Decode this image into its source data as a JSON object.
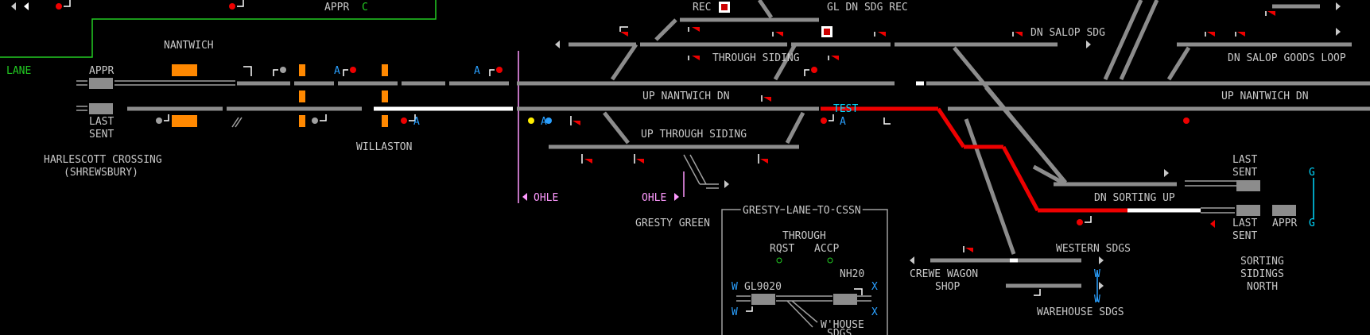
{
  "window": {
    "title": ""
  },
  "labels": {
    "appr_top": "APPR",
    "c_top": "C",
    "lane": "LANE",
    "nantwich": "NANTWICH",
    "appr_left": "APPR",
    "last_sent_left_1": "LAST",
    "last_sent_left_2": "SENT",
    "harlescott_1": "HARLESCOTT CROSSING",
    "harlescott_2": "(SHREWSBURY)",
    "willaston": "WILLASTON",
    "a_1": "A",
    "a_2": "A",
    "a_3": "A",
    "a_4": "A",
    "a_5": "A",
    "ohle_left": "OHLE",
    "ohle_mid": "OHLE",
    "gresty_green": "GRESTY GREEN",
    "rec": "REC",
    "gl_dn_sdg_rec": "GL DN SDG REC",
    "through_siding": "THROUGH SIDING",
    "up_nantwich_dn_1": "UP NANTWICH DN",
    "up_through_siding": "UP THROUGH SIDING",
    "test": "TEST",
    "dn_salop_sdg": "DN SALOP SDG",
    "dn_salop_goods_loop": "DN SALOP GOODS LOOP",
    "up_nantwich_dn_2": "UP NANTWICH DN",
    "last_sent_right_1": "LAST",
    "last_sent_right_2": "SENT",
    "g_top": "G",
    "g_bottom": "G",
    "dn_sorting_up": "DN SORTING UP",
    "last_sent_lower_1": "LAST",
    "last_sent_lower_2": "SENT",
    "appr_right": "APPR",
    "western_sdgs": "WESTERN SDGS",
    "crewe_wagon_1": "CREWE WAGON",
    "crewe_wagon_2": "SHOP",
    "warehouse_sdgs": "WAREHOUSE SDGS",
    "sorting_1": "SORTING",
    "sorting_2": "SIDINGS",
    "sorting_3": "NORTH",
    "w_1": "W",
    "w_2": "W",
    "gresty_box_title": "GRESTY LANE TO CSSN",
    "through": "THROUGH",
    "rqst": "RQST",
    "accp": "ACCP",
    "nh20": "NH20",
    "gl9020": "GL9020",
    "w_box_1": "W",
    "w_box_2": "W",
    "x_box_1": "X",
    "x_box_2": "X",
    "whouse_1": "W'HOUSE",
    "whouse_2": "SDGS"
  },
  "colors": {
    "background": "#000000",
    "track_normal": "#8c8c8c",
    "track_route_set": "#ffffff",
    "track_occupied": "#ee0000",
    "signal_red": "#ee0000",
    "berth_orange": "#ff8800",
    "label_text": "#c8c8c8",
    "label_green": "#22cc22",
    "label_cyan": "#00d8ff",
    "label_pink": "#ff99ff",
    "label_blue": "#2aa0ff"
  },
  "icons": {
    "signal": "signal-icon",
    "arrow_left": "arrow-left-icon",
    "arrow_right": "arrow-right-icon",
    "route_button": "route-button-icon",
    "berth": "train-describer-berth-icon",
    "indicator": "indicator-light-icon"
  }
}
